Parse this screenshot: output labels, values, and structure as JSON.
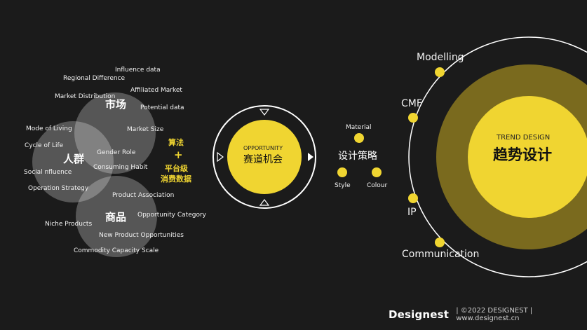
{
  "colors": {
    "background": "#1b1b1b",
    "accent_yellow": "#f0d531",
    "dark_gold": "#7a6a1e",
    "bubble_white": "#ffffff"
  },
  "left_cluster": {
    "market": {
      "title": "市场",
      "items": [
        "Influence data",
        "Regional Difference",
        "Affiliated Market",
        "Market Distribution",
        "Potential data",
        "Market Size"
      ]
    },
    "people": {
      "title": "人群",
      "items": [
        "Mode of Living",
        "Cycle of Life",
        "Gender Role",
        "Consuming Habit",
        "Social nfluence",
        "Operation Strategy"
      ]
    },
    "product": {
      "title": "商品",
      "items": [
        "Product Association",
        "Opportunity Category",
        "Niche Products",
        "New Product Opportunities",
        "Commodity Capacity Scale"
      ]
    },
    "algorithm": {
      "line1": "算法",
      "plus": "+",
      "line2": "平台级",
      "line3": "消费数据"
    }
  },
  "opportunity": {
    "label_en": "OPPORTUNITY",
    "label_cn": "赛道机会"
  },
  "design_strategy": {
    "title": "设计策略",
    "material": "Material",
    "style": "Style",
    "colour": "Colour"
  },
  "trend": {
    "label_en": "TREND DESIGN",
    "label_cn": "趋势设计",
    "orbit_items": [
      "Modelling",
      "CMF",
      "IP",
      "Communication"
    ]
  },
  "footer": {
    "brand": "Designest",
    "copyright": "|  ©2022 DESIGNEST  |  www.designest.cn"
  }
}
